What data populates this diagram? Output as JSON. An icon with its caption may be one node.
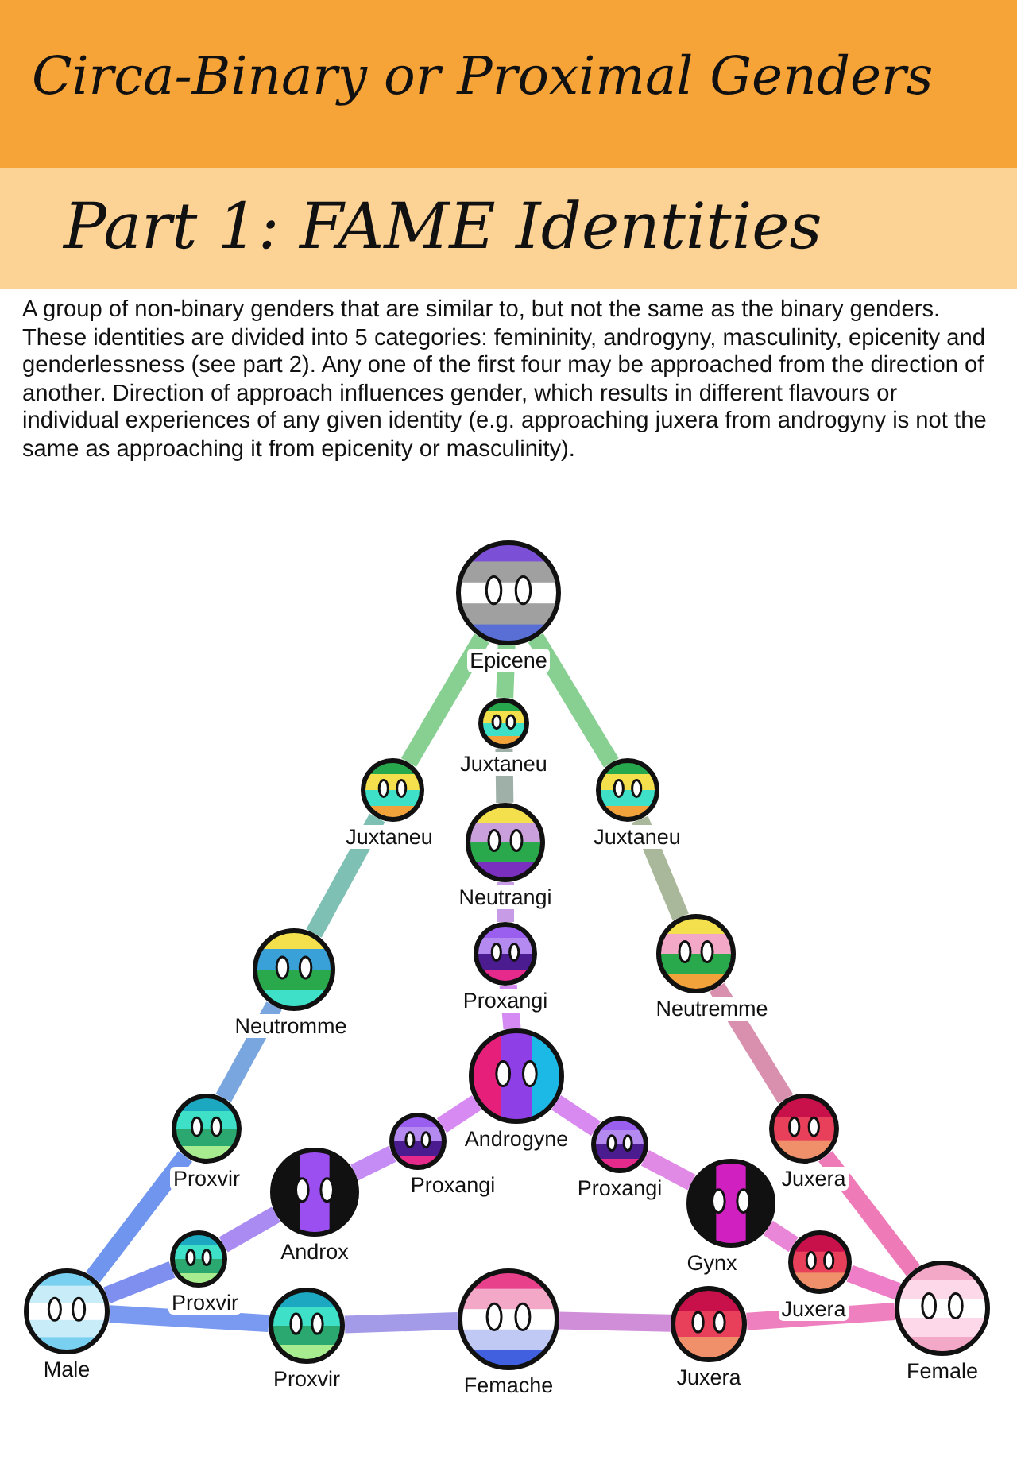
{
  "diagram": {
    "title": "Circa-Binary or Proximal Genders",
    "nodes": [
      {
        "text": [
          "Epicene"
        ]
      },
      {
        "text": [
          "Juxtaneu"
        ]
      },
      {
        "text": [
          "Juxtaneu"
        ]
      },
      {
        "text": [
          "Juxtaneu"
        ]
      },
      {
        "text": [
          "Neutrangi"
        ]
      },
      {
        "text": [
          "Proxangi"
        ]
      },
      {
        "text": [
          "Neutromme"
        ]
      },
      {
        "text": [
          "Neutremme"
        ]
      },
      {
        "text": [
          "Androgyne"
        ]
      },
      {
        "text": [
          "Proxvir"
        ]
      },
      {
        "text": [
          "Juxera"
        ]
      },
      {
        "text": [
          "Proxangi"
        ]
      },
      {
        "text": [
          "Proxangi"
        ]
      },
      {
        "text": [
          "Androx"
        ]
      },
      {
        "text": [
          "Gynx"
        ]
      },
      {
        "text": [
          "Proxvir"
        ]
      },
      {
        "text": [
          "Juxera"
        ]
      },
      {
        "text": [
          "Male"
        ]
      },
      {
        "text": [
          "Proxvir"
        ]
      },
      {
        "text": [
          "Femache"
        ]
      },
      {
        "text": [
          "Juxera"
        ]
      },
      {
        "text": [
          "Female"
        ]
      }
    ],
    "edges": [
      {
        "from": 0,
        "to": 2,
        "arrow": "none",
        "color": "#88cf92"
      },
      {
        "from": 2,
        "to": 6,
        "arrow": "none",
        "color": "#7fc0b4"
      },
      {
        "from": 6,
        "to": 9,
        "arrow": "none",
        "color": "#7aa6e0"
      },
      {
        "from": 9,
        "to": 17,
        "arrow": "none",
        "color": "#6f95ef"
      },
      {
        "from": 0,
        "to": 3,
        "arrow": "none",
        "color": "#88cf92"
      },
      {
        "from": 3,
        "to": 7,
        "arrow": "none",
        "color": "#a9b79a"
      },
      {
        "from": 7,
        "to": 10,
        "arrow": "none",
        "color": "#d98fae"
      },
      {
        "from": 10,
        "to": 21,
        "arrow": "none",
        "color": "#ef7ab8"
      },
      {
        "from": 0,
        "to": 1,
        "arrow": "none",
        "color": "#88cf92"
      },
      {
        "from": 1,
        "to": 4,
        "arrow": "none",
        "color": "#9fb0a8"
      },
      {
        "from": 4,
        "to": 5,
        "arrow": "none",
        "color": "#c89be6"
      },
      {
        "from": 5,
        "to": 8,
        "arrow": "none",
        "color": "#d48af2"
      },
      {
        "from": 17,
        "to": 15,
        "arrow": "none",
        "color": "#7f8ff0"
      },
      {
        "from": 15,
        "to": 13,
        "arrow": "none",
        "color": "#a98bf2"
      },
      {
        "from": 13,
        "to": 11,
        "arrow": "none",
        "color": "#c48cf4"
      },
      {
        "from": 11,
        "to": 8,
        "arrow": "none",
        "color": "#d78af2"
      },
      {
        "from": 21,
        "to": 16,
        "arrow": "none",
        "color": "#ef7ec8"
      },
      {
        "from": 16,
        "to": 14,
        "arrow": "none",
        "color": "#ea86d8"
      },
      {
        "from": 14,
        "to": 12,
        "arrow": "none",
        "color": "#e08ae6"
      },
      {
        "from": 12,
        "to": 8,
        "arrow": "none",
        "color": "#d98af0"
      },
      {
        "from": 17,
        "to": 18,
        "arrow": "none",
        "color": "#7a99f0"
      },
      {
        "from": 18,
        "to": 19,
        "arrow": "none",
        "color": "#a39ae8"
      },
      {
        "from": 19,
        "to": 20,
        "arrow": "none",
        "color": "#d18ed8"
      },
      {
        "from": 20,
        "to": 21,
        "arrow": "none",
        "color": "#ef80c0"
      }
    ],
    "labels": [
      "Part 1: FAME Identities",
      "A group of non-binary genders that are similar to, but not the same as the binary genders. These identities are divided into 5 categories: femininity, androgyny, masculinity, epicenity and genderlessness (see part 2). Any one of the first four may be approached from the direction of another. Direction of approach influences gender, which results in different flavours or individual experiences of any given identity (e.g. approaching juxera from androgyny is not the same as approaching it from epicenity or masculinity)."
    ]
  }
}
